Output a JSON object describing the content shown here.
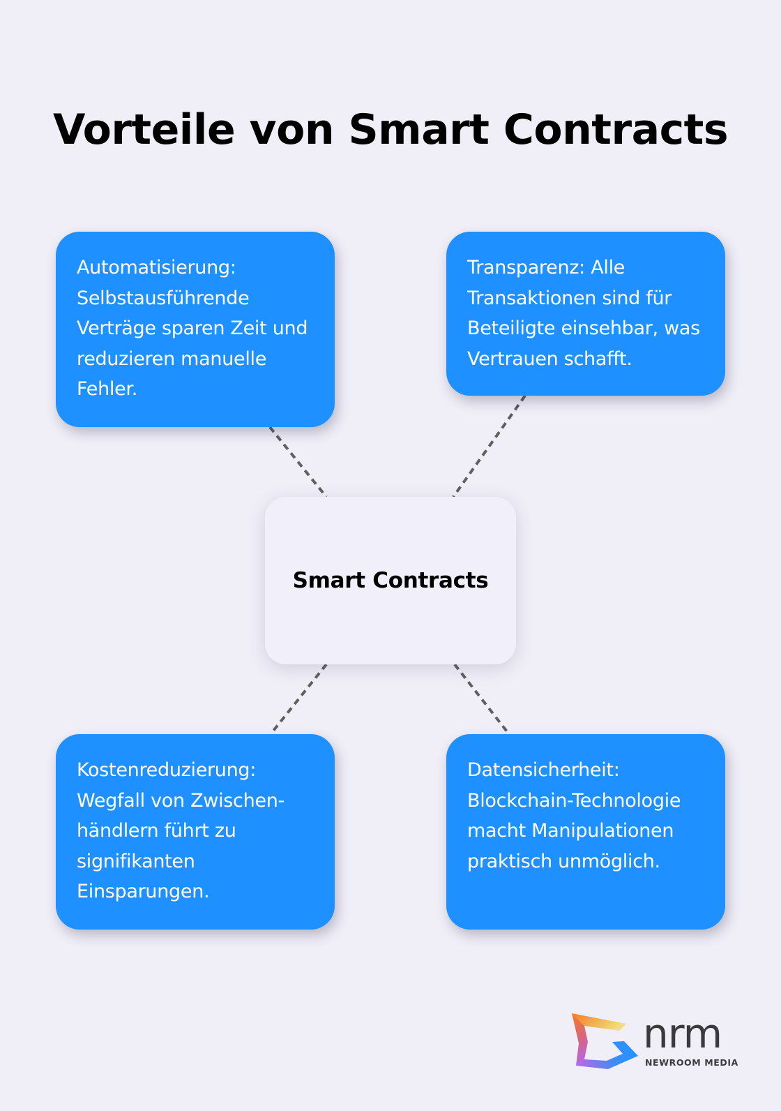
{
  "title": "Vorteile von Smart Contracts",
  "center_node": {
    "label": "Smart Contracts",
    "background": "#F1F0FA"
  },
  "cards": [
    {
      "position": "top-left",
      "text": "Automatisierung: Selbstausführende Verträge sparen Zeit und reduzieren manuelle Fehler."
    },
    {
      "position": "top-right",
      "text": "Transparenz: Alle Transaktionen sind für Beteiligte einsehbar, was Vertrauen schafft."
    },
    {
      "position": "bottom-left",
      "text": "Kostenreduzierung: Wegfall von Zwischen-händlern führt zu signifikanten Einsparungen."
    },
    {
      "position": "bottom-right",
      "text": "Datensicherheit: Blockchain-Technologie macht Manipulationen praktisch unmöglich."
    }
  ],
  "colors": {
    "background": "#F0EFF8",
    "card": "#1E90FF",
    "card_text": "#FFFFFF",
    "connector": "#5F5F5F",
    "logo_text": "#3A3A3C"
  },
  "logo": {
    "icon": "nrm-logo-icon",
    "wordmark": "nrm",
    "tagline": "NEWROOM MEDIA"
  }
}
